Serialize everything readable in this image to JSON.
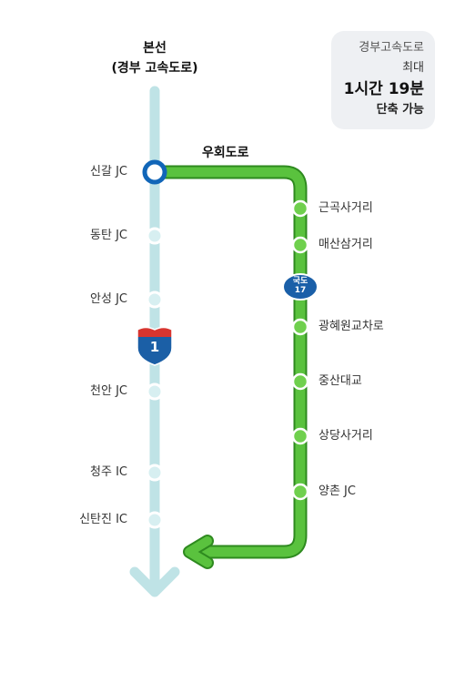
{
  "main_line": {
    "title_line1": "본선",
    "title_line2": "(경부 고속도로)",
    "stations": [
      "신갈 JC",
      "동탄 JC",
      "안성 JC",
      "천안 JC",
      "청주 IC",
      "신탄진 IC"
    ],
    "shield_number": "1"
  },
  "detour": {
    "title": "우회도로",
    "stations": [
      "근곡사거리",
      "매산삼거리",
      "광혜원교차로",
      "중산대교",
      "상당사거리",
      "양촌 JC"
    ],
    "route_badge_line1": "국도",
    "route_badge_line2": "17"
  },
  "info_box": {
    "route": "경부고속도로",
    "label": "최대",
    "time": "1시간 19분",
    "note": "단축 가능"
  },
  "colors": {
    "main_line": "#bfe3e6",
    "detour_line": "#5ac23e",
    "detour_line_dark": "#2e8a1f",
    "junction_ring": "#1166b8",
    "route_badge": "#1a5fa8",
    "shield_blue": "#1b5fa6",
    "shield_red": "#d8352f"
  }
}
